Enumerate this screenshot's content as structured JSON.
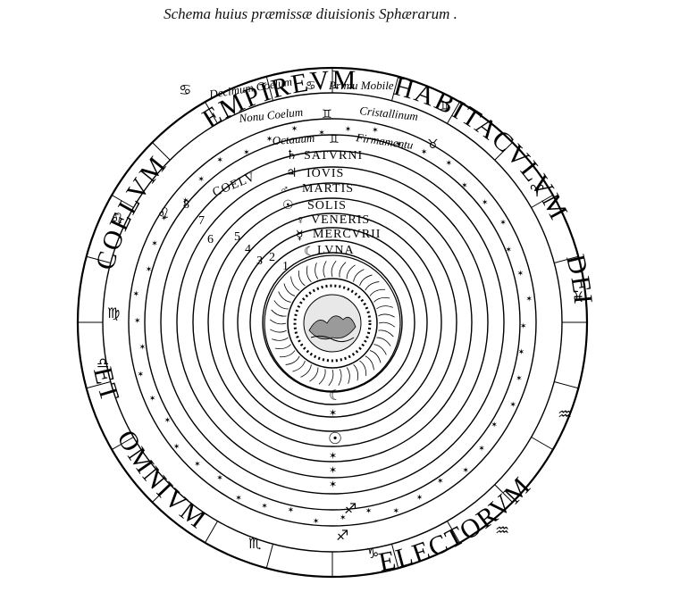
{
  "title": "Schema huius præmissæ diuisionis Sphærarum .",
  "outer_labels": {
    "coelum": "COELVM",
    "empireum": "EMPIREVM",
    "habitaculum": "HABITACVLVM",
    "dei": "DEI",
    "et": "ET",
    "omnium": "OMNIVM",
    "electorum": "ELECTORVM"
  },
  "spheres": {
    "primum_mobile": "Primu Mobile",
    "decimum": "Decimum Coelum",
    "crystallinum": "Cristallinum",
    "nonum": "Nonu Coelum",
    "firmamentum": "Firmamentu",
    "octauum": "Octauum"
  },
  "planets": {
    "saturni": "SATVRNI",
    "coelu": "COELV",
    "iouis": "IOVIS",
    "martis": "MARTIS",
    "solis": "SOLIS",
    "veneris": "VENERIS",
    "mercurii": "MERCVRII",
    "lunae": "LVNA"
  },
  "ring_numbers": [
    "8",
    "7",
    "6",
    "5",
    "4",
    "3",
    "2",
    "1"
  ],
  "symbols": {
    "saturn": "♄",
    "jupiter": "♃",
    "mars": "♂",
    "sun": "☉",
    "venus": "♀",
    "mercury": "☿",
    "moon": "☾",
    "star": "✶",
    "aries": "♈",
    "taurus": "♉",
    "gemini": "♊",
    "cancer": "♋",
    "leo": "♌",
    "virgo": "♍",
    "libra": "♎",
    "scorpio": "♏",
    "sagittarius": "♐",
    "capricorn": "♑",
    "aquarius": "♒",
    "pisces": "♓"
  }
}
